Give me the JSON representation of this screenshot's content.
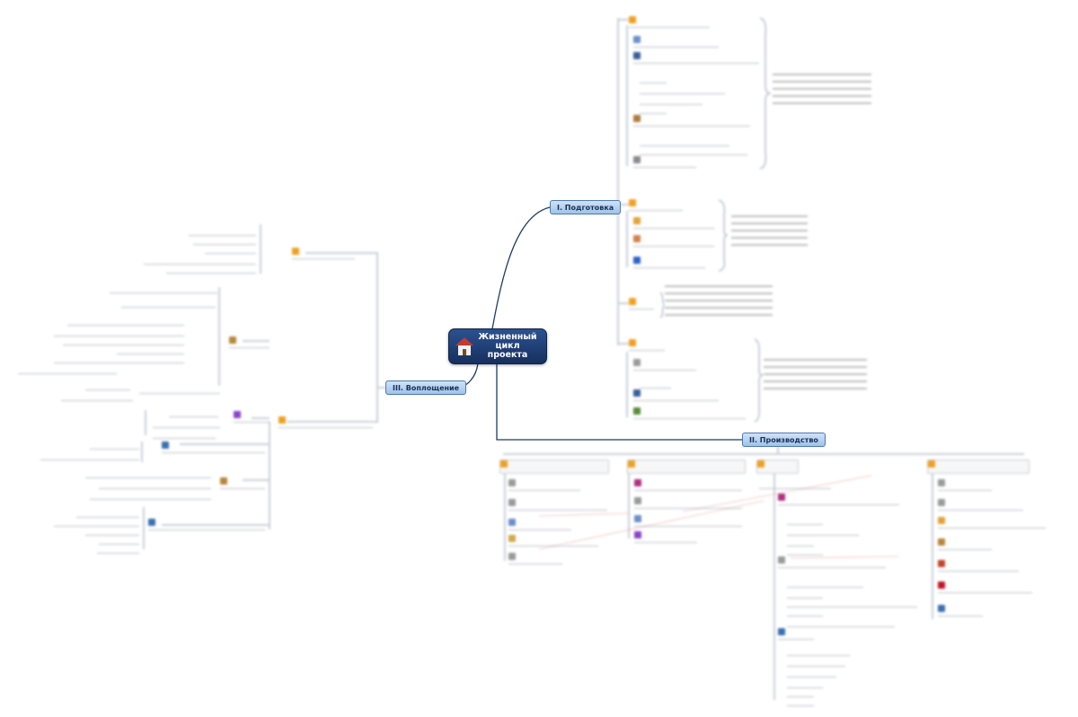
{
  "map": {
    "central": {
      "title": "Жизненный\nцикл\nпроекта",
      "icon": "house-icon"
    },
    "main_topics": [
      {
        "id": "prep",
        "label": "I. Подготовка"
      },
      {
        "id": "prod",
        "label": "II. Производство"
      },
      {
        "id": "impl",
        "label": "III. Воплощение"
      }
    ],
    "colors": {
      "central_top": "#2c5191",
      "central_bottom": "#16305e",
      "main_fill": "#b6d3f1",
      "main_border": "#4d79b0",
      "connector": "#1f3a66",
      "branch_line": "#c9ced6",
      "accent_red": "#d23a2a",
      "accent_orange": "#f0a020"
    }
  }
}
